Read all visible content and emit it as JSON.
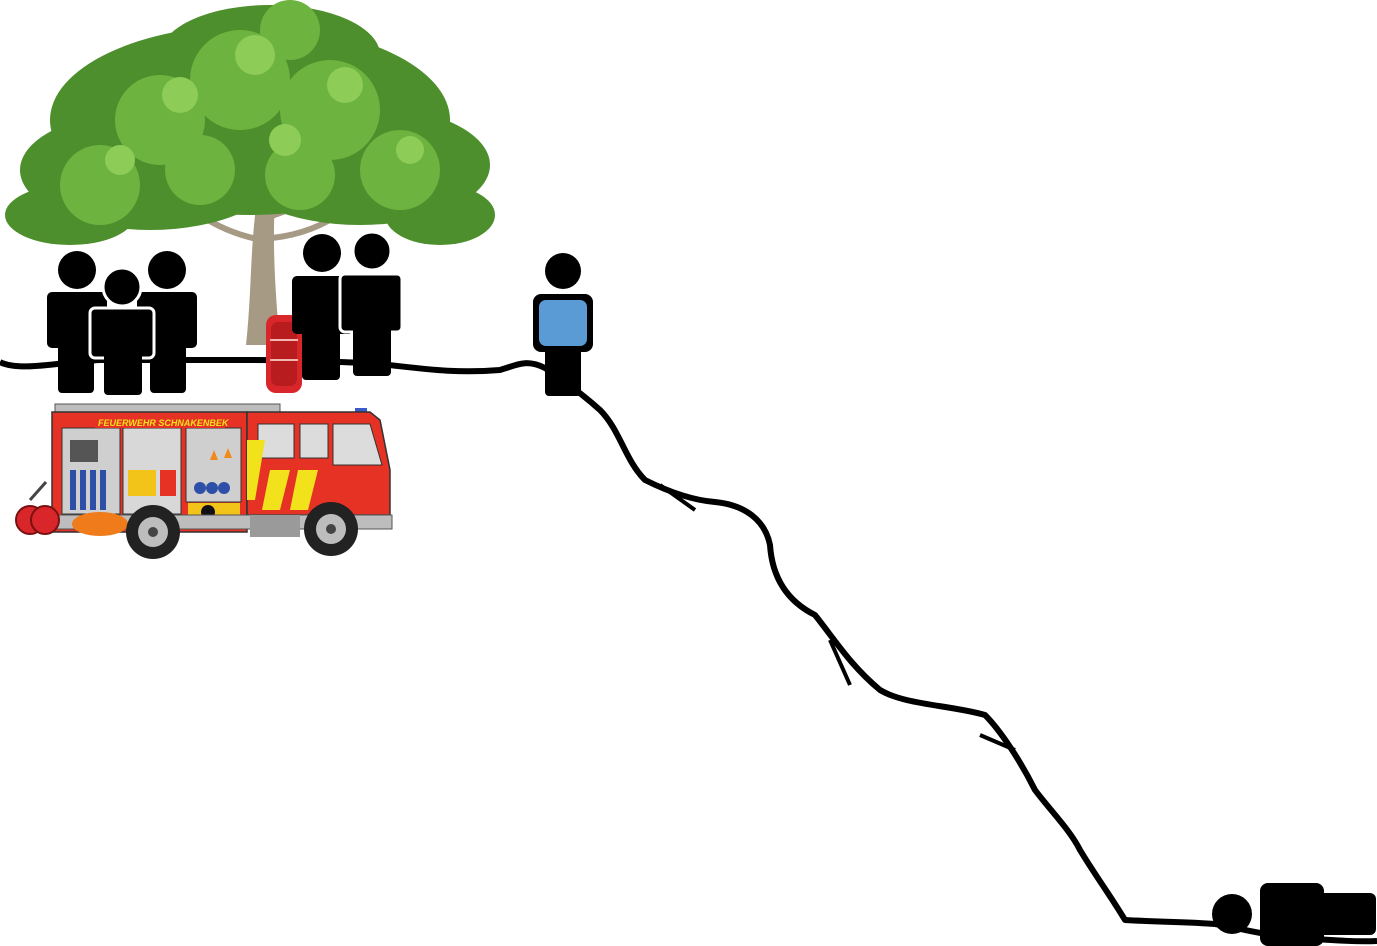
{
  "scene": {
    "description_free": true,
    "fire_truck": {
      "lettering": "FEUERWEHR SCHNAKENBEK",
      "body_color": "#e53225",
      "stripe_color": "#f2e21c",
      "cab_color": "#e53225"
    },
    "figures": {
      "group_count_left": 3,
      "group_count_mid": 2,
      "icon_color": "#000000",
      "radio_operator_screen_color": "#5b9bd5"
    },
    "icons": [
      "tree-icon",
      "person-icon",
      "fire-truck-icon",
      "hose-reel-icon",
      "victim-icon"
    ]
  }
}
